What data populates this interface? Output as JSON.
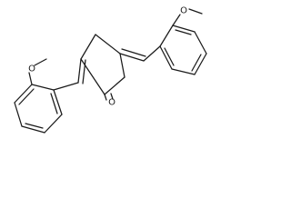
{
  "molecule": {
    "atoms": {
      "ring_oxygen": "O",
      "left_methoxy_oxygen": "O",
      "right_methoxy_oxygen": "O"
    }
  }
}
